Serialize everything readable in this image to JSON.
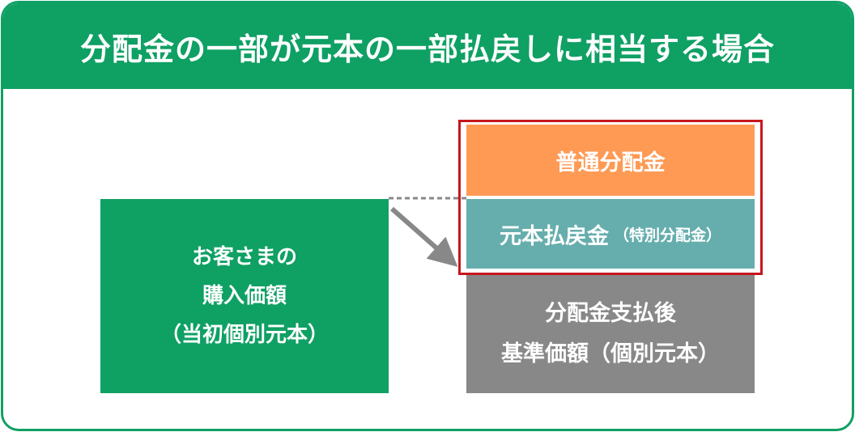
{
  "title": "分配金の一部が元本の一部払戻しに相当する場合",
  "customer_box": {
    "line1": "お客さまの",
    "line2": "購入価額",
    "line3": "（当初個別元本）"
  },
  "normal_dividend": "普通分配金",
  "principal_return": {
    "main": "元本払戻金",
    "sub": "（特別分配金）"
  },
  "after_box": {
    "line1": "分配金支払後",
    "line2": "基準価額（個別元本）"
  },
  "colors": {
    "green": "#0fa064",
    "orange": "#ff9a55",
    "teal": "#66aead",
    "gray": "#888888",
    "highlight_red": "#c8161d"
  }
}
